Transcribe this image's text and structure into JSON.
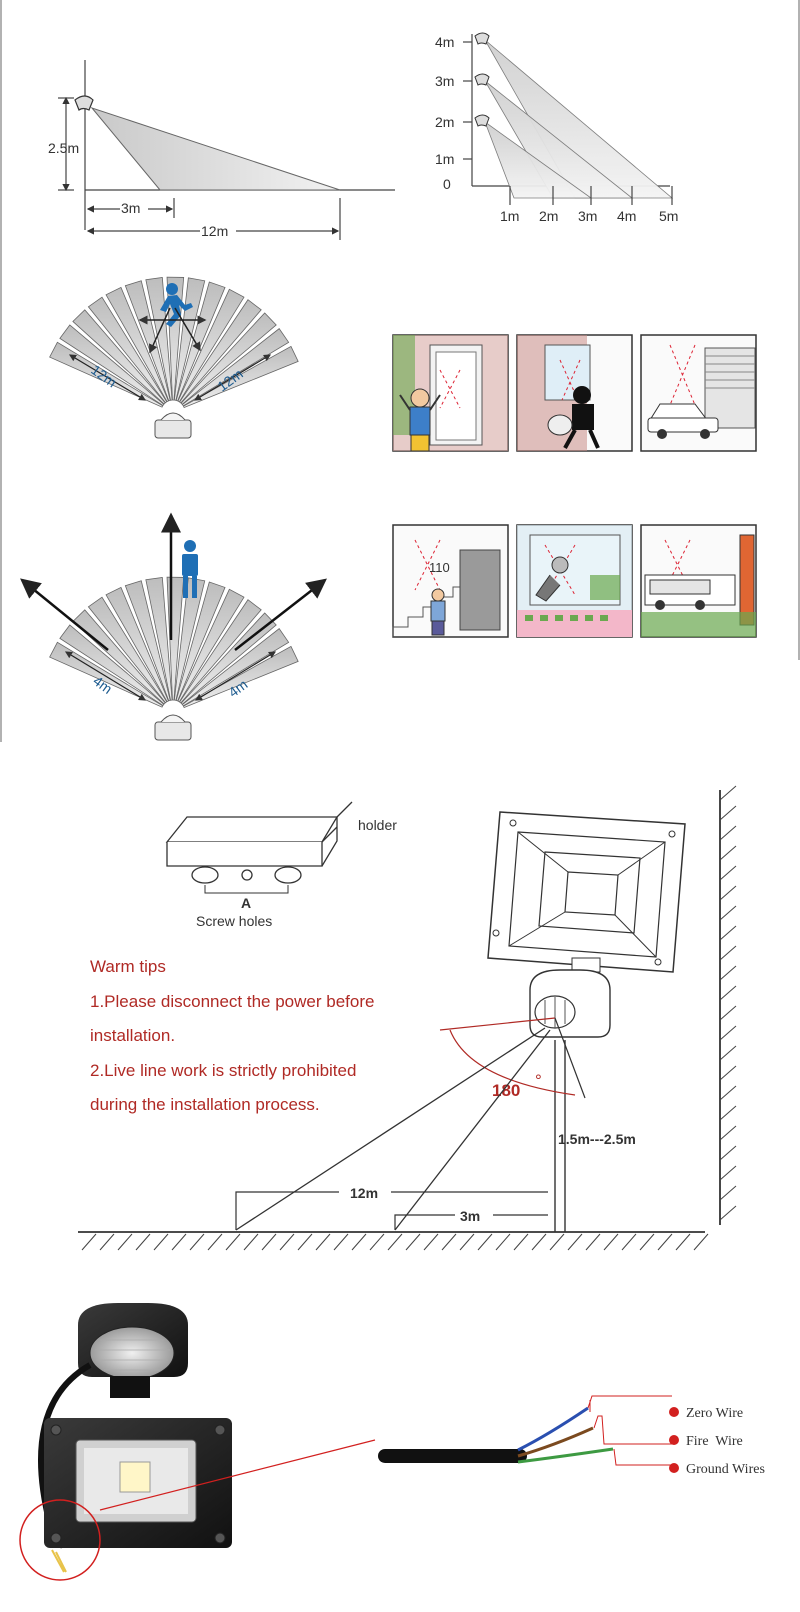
{
  "side_view": {
    "height_label": "2.5m",
    "near_label": "3m",
    "far_label": "12m"
  },
  "height_chart": {
    "y_ticks": [
      "4m",
      "3m",
      "2m",
      "1m",
      "0"
    ],
    "x_ticks": [
      "1m",
      "2m",
      "3m",
      "4m",
      "5m"
    ]
  },
  "fan_top": {
    "left_label": "12m",
    "right_label": "12m"
  },
  "fan_bottom": {
    "left_label": "4m",
    "right_label": "4m"
  },
  "scenes": {
    "stair_number": "110"
  },
  "holder_diagram": {
    "holder_label": "holder",
    "a_label": "A",
    "screw_label": "Screw holes"
  },
  "warm_tips": {
    "title": "Warm tips",
    "line1": "1.Please disconnect the power before",
    "line2": "installation.",
    "line3": "2.Live line work is strictly prohibited",
    "line4": "during the installation process."
  },
  "install": {
    "angle_label": "180",
    "angle_unit": "°",
    "height_range": "1.5m---2.5m",
    "far_label": "12m",
    "near_label": "3m"
  },
  "wires": {
    "zero": "Zero Wire",
    "fire": "Fire  Wire",
    "ground": "Ground Wires"
  },
  "colors": {
    "tips_red": "#b02a25",
    "wire_dot": "#d2201f",
    "person_blue": "#1f6fb5",
    "label_blue": "#1d5b8f"
  }
}
